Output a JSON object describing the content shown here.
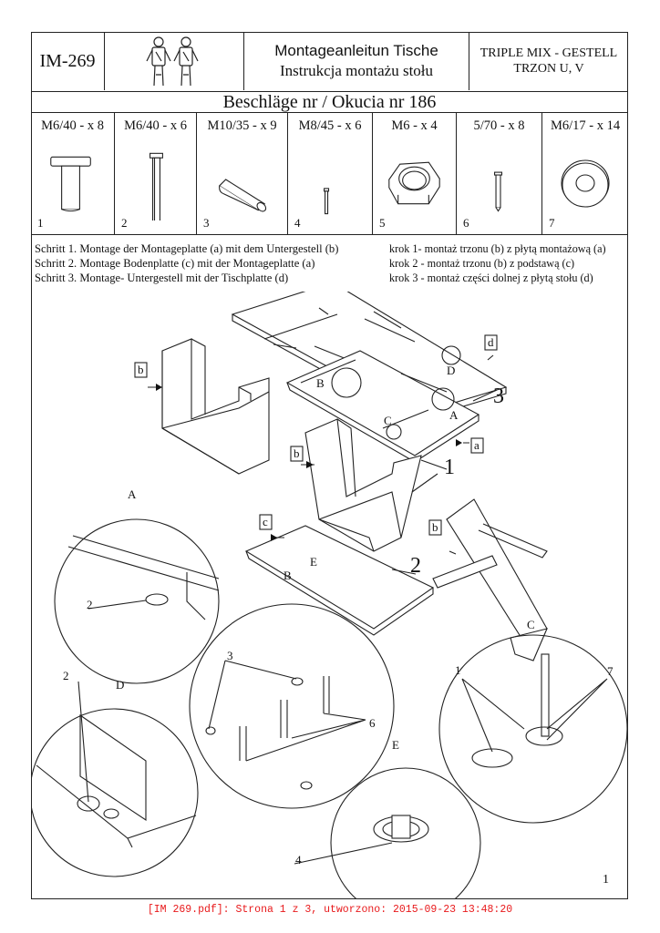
{
  "header": {
    "code": "IM-269",
    "title_de": "Montageanleitun Tische",
    "title_pl": "Instrukcja montażu stołu",
    "right_line1": "TRIPLE MIX - GESTELL",
    "right_line2": "TRZON U, V"
  },
  "fittings_title": "Beschläge nr / Okucia nr 186",
  "parts": [
    {
      "label": "M6/40 - x 8",
      "num": "1",
      "icon": "bolt-icon"
    },
    {
      "label": "M6/40 - x 6",
      "num": "2",
      "icon": "long-bolt-icon"
    },
    {
      "label": "M10/35 - x 9",
      "num": "3",
      "icon": "dowel-icon"
    },
    {
      "label": "M8/45 - x 6",
      "num": "4",
      "icon": "screw-icon"
    },
    {
      "label": "M6 - x 4",
      "num": "5",
      "icon": "hex-nut-icon"
    },
    {
      "label": "5/70 - x 8",
      "num": "6",
      "icon": "wood-screw-icon"
    },
    {
      "label": "M6/17 - x 14",
      "num": "7",
      "icon": "washer-icon"
    }
  ],
  "steps_de": [
    "Schritt 1. Montage der Montageplatte (a) mit dem Untergestell (b)",
    "Schritt 2. Montage Bodenplatte (c) mit der Montageplatte (a)",
    "Schritt 3. Montage- Untergestell mit der Tischplatte (d)"
  ],
  "steps_pl": [
    "krok 1- montaż trzonu (b) z płytą montażową (a)",
    "krok 2 - montaż trzonu (b) z podstawą (c)",
    "krok 3 - montaż części dolnej z płytą stołu (d)"
  ],
  "diagram_labels": {
    "tag_a": "a",
    "tag_b": "b",
    "tag_c": "c",
    "tag_d": "d",
    "step_1": "1",
    "step_2": "2",
    "step_3": "3",
    "detail_A": "A",
    "detail_B": "B",
    "detail_C": "C",
    "detail_D": "D",
    "detail_E": "E",
    "callout_1": "1",
    "callout_2": "2",
    "callout_3": "3",
    "callout_4": "4",
    "callout_6": "6",
    "callout_7": "7"
  },
  "page_number": "1",
  "footer": "[IM 269.pdf]: Strona 1 z 3, utworzono: 2015-09-23 13:48:20"
}
